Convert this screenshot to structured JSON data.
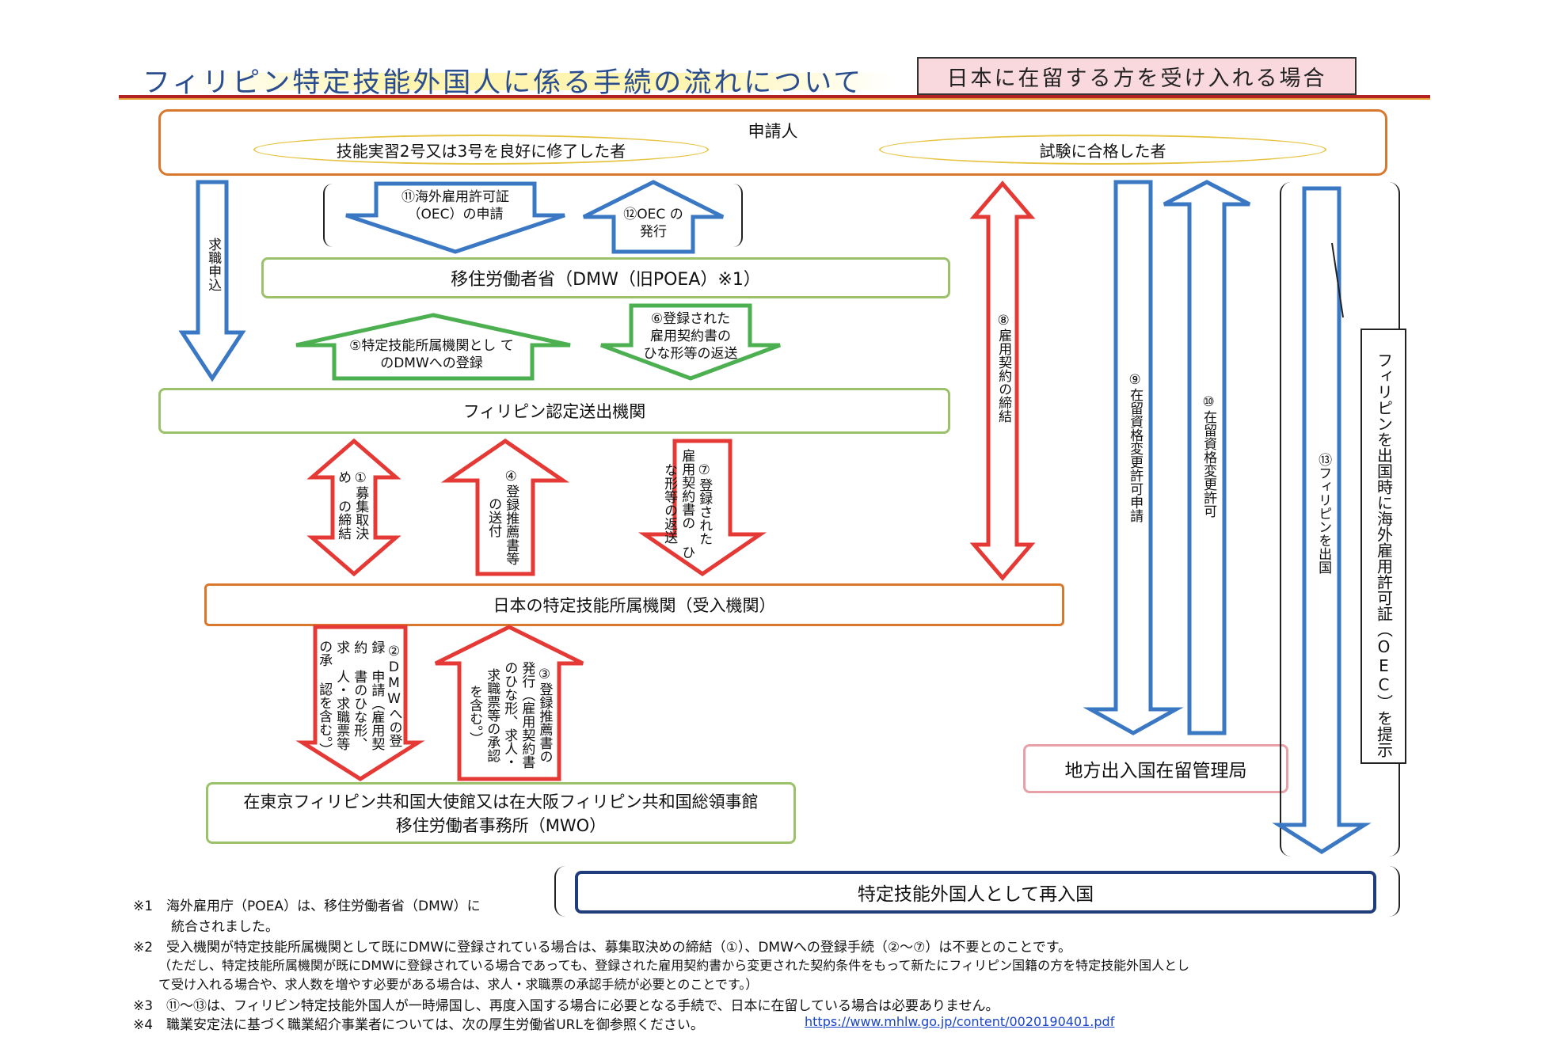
{
  "header": {
    "title": "フィリピン特定技能外国人に係る手続の流れについて",
    "badge": "日本に在留する方を受け入れる場合"
  },
  "nodes": {
    "applicant": "申請人",
    "applicant_a": "技能実習2号又は3号を良好に修了した者",
    "applicant_b": "試験に合格した者",
    "dmw": "移住労働者省（DMW（旧POEA）※1）",
    "agency": "フィリピン認定送出機関",
    "employer": "日本の特定技能所属機関（受入機関）",
    "mwo_1": "在東京フィリピン共和国大使館又は在大阪フィリピン共和国総領事館",
    "mwo_2": "移住労働者事務所（MWO）",
    "immigration": "地方出入国在留管理局",
    "reentry": "特定技能外国人として再入国"
  },
  "arrows": {
    "job_application": "求職申込",
    "s1": "①募集取決め の締結",
    "s2": "②DMWへの登録 申請（雇用契約 書のひな形、求 人・求職票等の承 認を含む。）",
    "s3": "③登録推薦書の 発行（雇用契約書 のひな形、求人・ 求職票等の承認 を含む。）",
    "s4": "④登録推薦書等 の送付",
    "s5": "⑤特定技能所属機関とし てのDMWへの登録",
    "s6": "⑥登録された 雇用契約書の ひな形等の返送",
    "s7": "⑦登録された 雇用契約書の ひな形等の返送",
    "s8": "⑧雇用契約の締結",
    "s9": "⑨在留資格変更許可申請",
    "s10": "⑩在留資格変更許可",
    "s11": "⑪海外雇用許可証 （OEC）の申請",
    "s12": "⑫OEC の発行",
    "s13": "⑬フィリピンを出国",
    "oec_present": "フィリピンを出国時に海外雇用許可証（OEC）を提示"
  },
  "notes": {
    "n1": "※1　海外雇用庁（POEA）は、移住労働者省（DMW）に",
    "n1b": "統合されました。",
    "n2": "※2　受入機関が特定技能所属機関として既にDMWに登録されている場合は、募集取決めの締結（①）、DMWへの登録手続（②～⑦）は不要とのことです。",
    "n2b": "（ただし、特定技能所属機関が既にDMWに登録されている場合であっても、登録された雇用契約書から変更された契約条件をもって新たにフィリピン国籍の方を特定技能外国人とし",
    "n2c": "て受け入れる場合や、求人数を増やす必要がある場合は、求人・求職票の承認手続が必要とのことです。）",
    "n3": "※3　⑪～⑬は、フィリピン特定技能外国人が一時帰国し、再度入国する場合に必要となる手続で、日本に在留している場合は必要ありません。",
    "n4": "※4　職業安定法に基づく職業紹介事業者については、次の厚生労働省URLを御参照ください。",
    "url": "https://www.mhlw.go.jp/content/0020190401.pdf"
  },
  "colors": {
    "blue": "#3a78c4",
    "green": "#4caf50",
    "red": "#e53935",
    "orange": "#d9782d",
    "olive": "#9bc16a",
    "pink": "#e8a0a8",
    "navy": "#1f3d7a",
    "title_line": "#b22222"
  }
}
